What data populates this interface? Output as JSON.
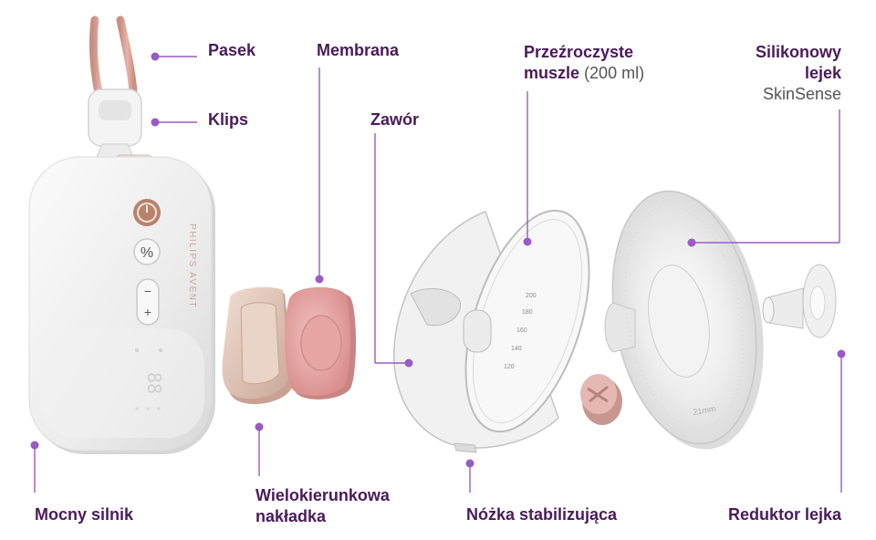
{
  "colors": {
    "accent": "#9a5bc4",
    "label_text": "#4b1a5c",
    "product_white": "#eeeeee",
    "pink_membrane": "#e6a7a6",
    "strap_pink": "#d9a294"
  },
  "labels": {
    "pasek": "Pasek",
    "klips": "Klips",
    "membrana": "Membrana",
    "zawor": "Zawór",
    "muszle_bold": "Przeźroczyste muszle",
    "muszle_line1": "Przeźroczyste",
    "muszle_line2": "muszle",
    "muszle_volume": "(200 ml)",
    "lejek_line1": "Silikonowy",
    "lejek_line2": "lejek",
    "lejek_sub": "SkinSense",
    "silnik": "Mocny silnik",
    "naklad_line1": "Wielokierunkowa",
    "naklad_line2": "nakładka",
    "nozka": "Nóżka stabilizująca",
    "reduktor": "Reduktor lejka"
  },
  "device": {
    "brand_line1": "PHILIPS",
    "brand_line2": "AVENT",
    "button_percent": "%",
    "button_minus": "−",
    "button_plus": "+",
    "display_digits": "88"
  },
  "shell_scale": [
    "200",
    "180",
    "160",
    "140",
    "120"
  ],
  "flange_size": "21mm"
}
